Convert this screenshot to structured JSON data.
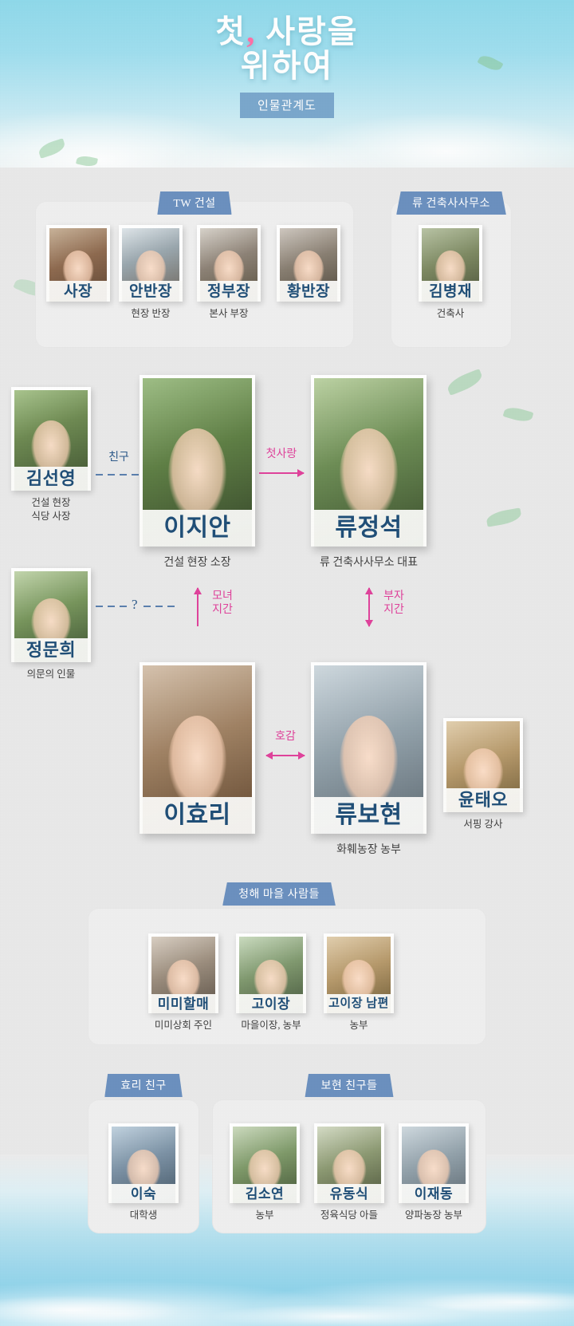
{
  "header": {
    "title_line1": "첫, 사랑을",
    "title_line2": "위하여",
    "badge": "인물관계도"
  },
  "groups": {
    "tw": {
      "tag": "TW 건설"
    },
    "ryu_office": {
      "tag": "류 건축사사무소"
    },
    "village": {
      "tag": "청해 마을 사람들"
    },
    "hyori_friend": {
      "tag": "효리 친구"
    },
    "bohyun_friends": {
      "tag": "보현 친구들"
    }
  },
  "characters": {
    "tw": [
      {
        "name": "사장",
        "role": ""
      },
      {
        "name": "안반장",
        "role": "현장 반장"
      },
      {
        "name": "정부장",
        "role": "본사 부장"
      },
      {
        "name": "황반장",
        "role": ""
      }
    ],
    "ryu_office": [
      {
        "name": "김병재",
        "role": "건축사"
      }
    ],
    "kimseonyoung": {
      "name": "김선영",
      "role": "건설 현장\n식당 사장"
    },
    "leejian": {
      "name": "이지안",
      "role": "건설 현장 소장"
    },
    "ryujungseok": {
      "name": "류정석",
      "role": "류 건축사사무소 대표"
    },
    "jungmoonhee": {
      "name": "정문희",
      "role": "의문의 인물"
    },
    "leehyori": {
      "name": "이효리",
      "role": ""
    },
    "ryubohyun": {
      "name": "류보현",
      "role": "화훼농장 농부"
    },
    "yuntaeo": {
      "name": "윤태오",
      "role": "서핑 강사"
    },
    "village": [
      {
        "name": "미미할매",
        "role": "미미상회 주인"
      },
      {
        "name": "고이장",
        "role": "마을이장, 농부"
      },
      {
        "name": "고이장 남편",
        "role": "농부"
      }
    ],
    "hyori_friend": [
      {
        "name": "이숙",
        "role": "대학생"
      }
    ],
    "bohyun_friends": [
      {
        "name": "김소연",
        "role": "농부"
      },
      {
        "name": "유동식",
        "role": "정육식당 아들"
      },
      {
        "name": "이재동",
        "role": "양파농장 농부"
      }
    ]
  },
  "relations": {
    "friend": "친구",
    "first_love": "첫사랑",
    "question": "?",
    "mother_daughter": "모녀\n지간",
    "father_son": "부자\n지간",
    "affection": "호감"
  },
  "colors": {
    "name_navy": "#1f4e77",
    "tag_blue": "#6b90bf",
    "relation_pink": "#e0429b",
    "relation_blue": "#5b7fae",
    "sky": "#8fd9ea"
  }
}
